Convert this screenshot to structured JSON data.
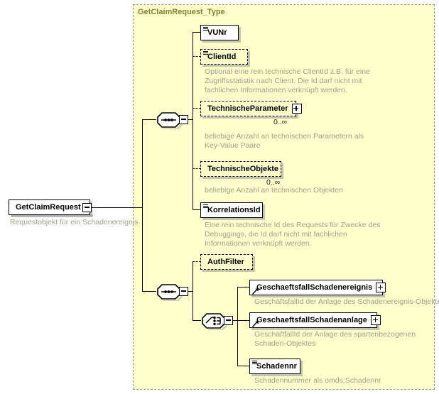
{
  "diagram": {
    "kind": "xsd-schema-diagram",
    "background_color": "#ffffff",
    "type_fill_color": "#ffffcc",
    "type_border_color": "#9a9a7a",
    "title_color": "#7f7f33",
    "description_color": "#a0a08c"
  },
  "root": {
    "name": "GetClaimRequest",
    "description": "Requestobjekt für ein Schadenereignis",
    "expander": "minus-box"
  },
  "complex_type": {
    "title": "GetClaimRequest_Type"
  },
  "connectors": [
    {
      "id": "sequence-top",
      "kind": "sequence",
      "expander": "minus-box"
    },
    {
      "id": "sequence-bottom",
      "kind": "sequence",
      "expander": "minus-box"
    },
    {
      "id": "choice",
      "kind": "choice",
      "expander": "minus-box"
    }
  ],
  "nodes": [
    {
      "id": "vunr",
      "label": "VUNr",
      "optional": false,
      "glyph": "tribar-icon",
      "expander": null,
      "cardinality": null,
      "description": null
    },
    {
      "id": "clientid",
      "label": "ClientId",
      "optional": true,
      "glyph": "tribar-icon",
      "expander": null,
      "cardinality": null,
      "description": "Optional eine rein technische ClientId z.B. für eine\nZugriffsstatistik nach Client. Die Id darf nicht mit\nfachlichen Informationen verknüpft werden."
    },
    {
      "id": "technischeparameter",
      "label": "TechnischeParameter",
      "optional": true,
      "glyph": null,
      "expander": "plus",
      "cardinality": "0..∞",
      "description": "beliebige Anzahl an technischen Parametern als\nKey-Value Paare"
    },
    {
      "id": "technischeobjekte",
      "label": "TechnischeObjekte",
      "optional": true,
      "glyph": null,
      "expander": null,
      "cardinality": "0..∞",
      "description": "beliebige Anzahl an technischen Objekten"
    },
    {
      "id": "korrelationsid",
      "label": "KorrelationsId",
      "optional": false,
      "glyph": "tribar-icon",
      "expander": null,
      "cardinality": null,
      "description": "Eine rein technische Id des Requests für Zwecke des\nDebuggings, die Id darf nicht mit fachlichen\nInformationen verknüpft werden."
    },
    {
      "id": "authfilter",
      "label": "AuthFilter",
      "optional": true,
      "glyph": null,
      "expander": null,
      "cardinality": null,
      "description": null
    },
    {
      "id": "geschaeftsfallschadenereignis",
      "label": "GeschaeftsfallSchadenereignis",
      "optional": false,
      "glyph": "ref-arrow-icon",
      "expander": "plus",
      "cardinality": null,
      "description": "GeschäftsfallId der Anlage des Schadenereignis-Objektes"
    },
    {
      "id": "geschaeftsfallschadenanlage",
      "label": "GeschaeftsfallSchadenanlage",
      "optional": false,
      "glyph": "ref-arrow-icon",
      "expander": "plus",
      "cardinality": null,
      "description": "GeschäftfallId der Anlage des spartenbezogenen\nSchaden-Objektes"
    },
    {
      "id": "schadennr",
      "label": "Schadennr",
      "optional": false,
      "glyph": "tribar-icon",
      "expander": null,
      "cardinality": null,
      "description": "Schadennummer als omds:Schadennr"
    }
  ]
}
